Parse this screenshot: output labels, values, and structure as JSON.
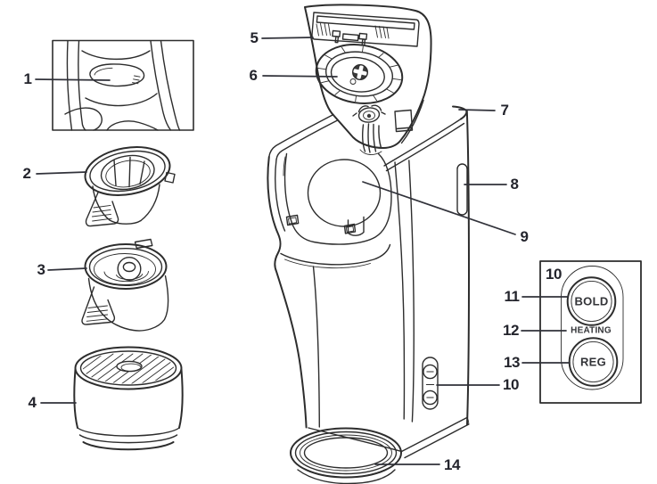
{
  "callouts": {
    "c1": "1",
    "c2": "2",
    "c3": "3",
    "c4": "4",
    "c5": "5",
    "c6": "6",
    "c7": "7",
    "c8": "8",
    "c9": "9",
    "c10_box": "10",
    "c11": "11",
    "c12": "12",
    "c13": "13",
    "c10_side": "10",
    "c14": "14"
  },
  "control_panel_detail": {
    "bold_button": "BOLD",
    "heating_label": "HEATING",
    "reg_button": "REG"
  },
  "colors": {
    "line": "#2d2d2d",
    "label": "#23242c",
    "background": "#ffffff"
  }
}
